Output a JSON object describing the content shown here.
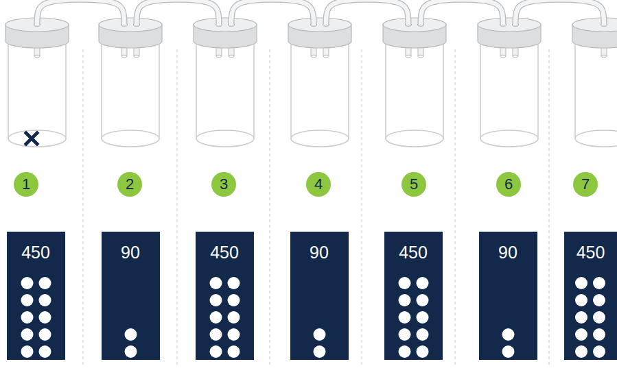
{
  "diagram": {
    "nodes": [
      {
        "text": [
          "1"
        ]
      },
      {
        "text": [
          "2"
        ]
      },
      {
        "text": [
          "3"
        ]
      },
      {
        "text": [
          "4"
        ]
      },
      {
        "text": [
          "5"
        ]
      },
      {
        "text": [
          "6"
        ]
      },
      {
        "text": [
          "7"
        ]
      },
      {
        "text": [
          "450"
        ]
      },
      {
        "text": [
          "90"
        ]
      },
      {
        "text": [
          "450"
        ]
      },
      {
        "text": [
          "90"
        ]
      },
      {
        "text": [
          "450"
        ]
      },
      {
        "text": [
          "90"
        ]
      },
      {
        "text": [
          "450"
        ]
      }
    ]
  }
}
